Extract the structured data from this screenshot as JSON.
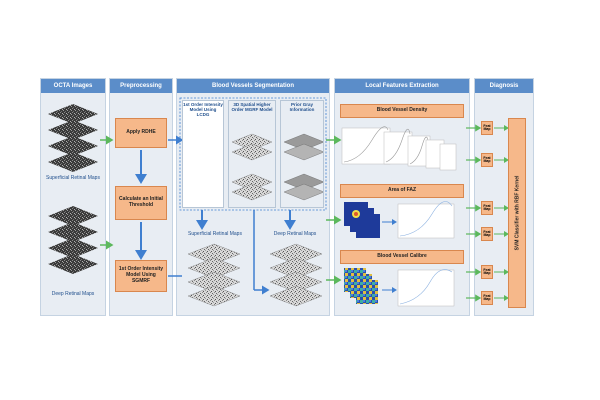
{
  "columns": {
    "octa": "OCTA Images",
    "pre": "Preprocessing",
    "seg": "Blood Vessels Segmentation",
    "feat": "Local Features Extraction",
    "diag": "Diagnosis"
  },
  "octa": {
    "superficial": "Superficial Retinal Maps",
    "deep": "Deep Retinal Maps"
  },
  "pre": {
    "step1": "Apply RDHE",
    "step2": "Calculate an Initial Threshold",
    "step3": "1st Order Intensity Model Using SGMRF"
  },
  "seg": {
    "model1": "1st Order Intensity Model Using LCDG",
    "model2": "3D Spatial Higher Order MGRF Model",
    "model3": "Prior Gray Information",
    "superficial": "Superficial Retinal Maps",
    "deep": "Deep Retinal Maps"
  },
  "features": {
    "f1": "Blood Vessel Density",
    "f2": "Area of FAZ",
    "f3": "Blood Vessel Calibre"
  },
  "diagnosis": {
    "classifier": "SVM Classifier with RBF Kernel",
    "feat_label": "Feat Map"
  },
  "colors": {
    "header": "#5b8dc9",
    "box": "#f6b88a",
    "arrow_blue": "#3f7fd0",
    "arrow_green": "#5cb85c"
  }
}
